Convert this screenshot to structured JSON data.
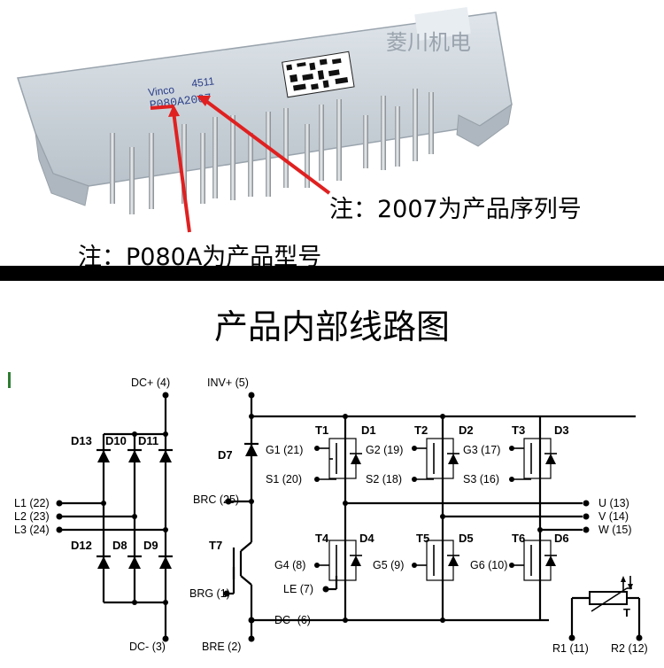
{
  "photo": {
    "watermark": "菱川机电",
    "chip_brand": "Vinco",
    "chip_code": "4511",
    "chip_marking": "P080A2007",
    "note_serial": "注：2007为产品序列号",
    "note_model": "注：P080A为产品型号"
  },
  "diagram": {
    "title": "产品内部线路图",
    "left_pins": [
      "DC+ (4)",
      "L1 (22)",
      "L2 (23)",
      "L3 (24)",
      "DC- (3)"
    ],
    "center_pins": [
      "INV+ (5)",
      "BRC (25)",
      "BRG (1)",
      "BRE (2)"
    ],
    "mid_pins": [
      "G1 (21)",
      "S1 (20)",
      "G2 (19)",
      "S2 (18)",
      "G3 (17)",
      "S3 (16)",
      "G4 (8)",
      "G5 (9)",
      "G6 (10)",
      "LE (7)",
      "DC- (6)"
    ],
    "right_pins": [
      "U (13)",
      "V (14)",
      "W (15)",
      "R1 (11)",
      "R2 (12)"
    ],
    "rectifier_diodes": [
      "D13",
      "D10",
      "D11",
      "D12",
      "D8",
      "D9"
    ],
    "brake": [
      "D7",
      "T7"
    ],
    "inverter": [
      "T1",
      "D1",
      "T2",
      "D2",
      "T3",
      "D3",
      "T4",
      "D4",
      "T5",
      "D5",
      "T6",
      "D6"
    ],
    "thermistor_label": "T"
  }
}
